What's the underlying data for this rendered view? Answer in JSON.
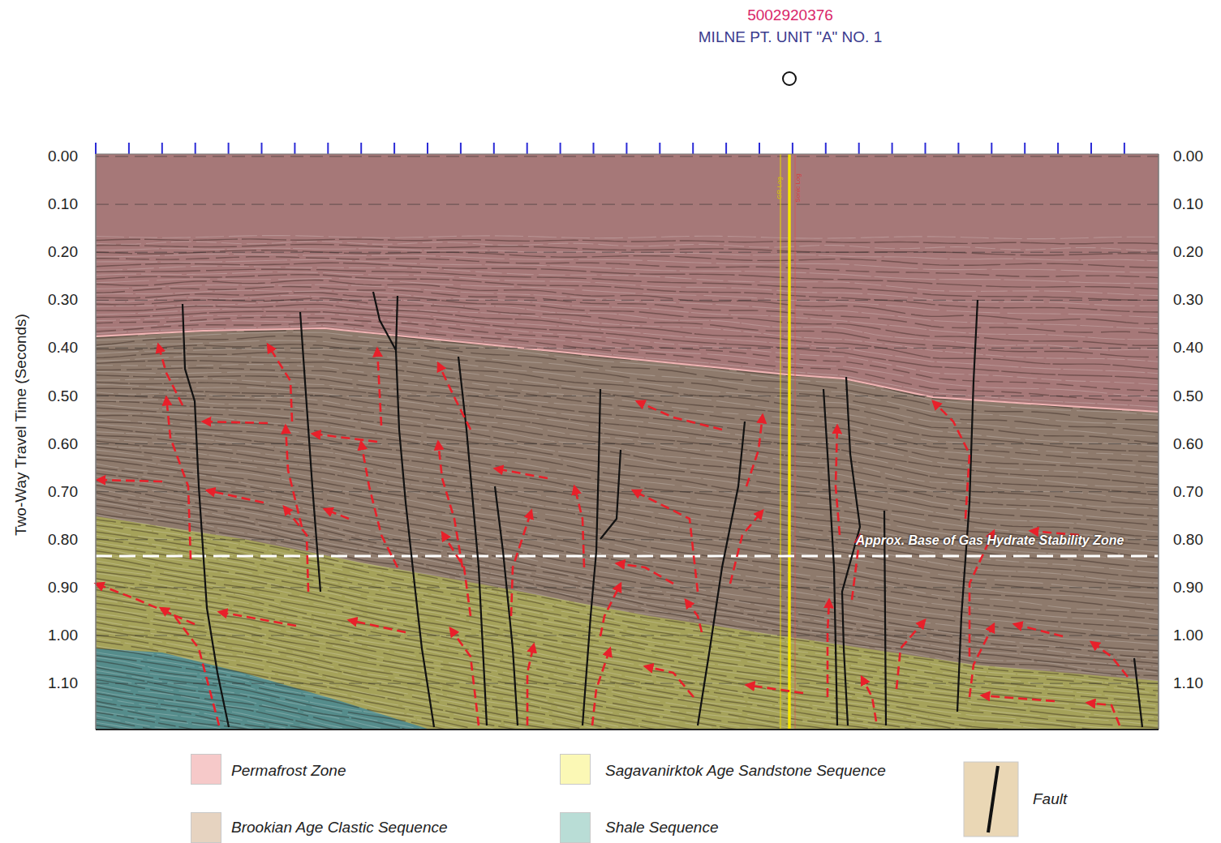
{
  "diagram": {
    "labels": [
      "5002920376",
      "MILNE PT. UNIT \"A\" NO. 1",
      "Two-Way Travel Time (Seconds)",
      "0.00",
      "0.10",
      "0.20",
      "0.30",
      "0.40",
      "0.50",
      "0.60",
      "0.70",
      "0.80",
      "0.90",
      "1.00",
      "1.10",
      "0.00",
      "0.10",
      "0.20",
      "0.30",
      "0.40",
      "0.50",
      "0.60",
      "0.70",
      "0.80",
      "0.90",
      "1.00",
      "1.10",
      "Approx. Base of Gas Hydrate Stability Zone",
      "GR Log",
      "Sonic Log"
    ],
    "legend": [
      {
        "text": "Permafrost Zone",
        "color": "#f6c9c9"
      },
      {
        "text": "Sagavanirktok Age Sandstone Sequence",
        "color": "#fbf8b5"
      },
      {
        "text": "Fault"
      },
      {
        "text": "Brookian Age Clastic Sequence",
        "color": "#e6d3c0"
      },
      {
        "text": "Shale Sequence",
        "color": "#b9ddd6"
      }
    ]
  }
}
